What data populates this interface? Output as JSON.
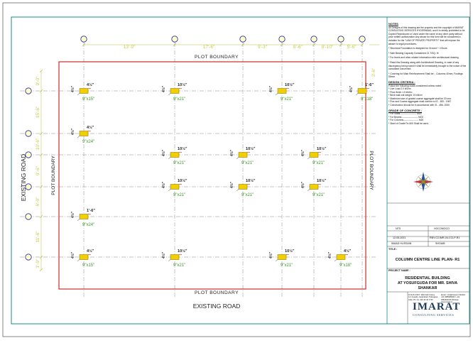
{
  "labels": {
    "plot_boundary": "PLOT BOUNDARY",
    "existing_road": "EXISTING ROAD"
  },
  "top_dims": [
    "13'-9\"",
    "17'-6\"",
    "9'-3\"",
    "8'-6\"",
    "8'-10\"",
    "5'-6\"",
    "3'-6\""
  ],
  "left_dims": [
    "9'-0\"",
    "15'-6\"",
    "10'-6\"",
    "9'-6\"",
    "6'-0\"",
    "11'-6\"",
    "1'-9\""
  ],
  "column_sizes": [
    "9\"x15\"",
    "9\"x21\"",
    "9\"x24\"",
    "9\"x18\""
  ],
  "offsets": [
    "10½\"",
    "4½\"",
    "1'-6\""
  ],
  "notes": {
    "header": "NOTES",
    "text": "All Designs of this drawing are the property and the copyright of IMARAT CONSULTING SERVICES HYDERABAD, and it is strictly prohibited to be Copied Reproduced or Used under the name of any other party without prior written authorization Any abuse for this form will be considered a violation for the \"LAW OF PRIVATE PROPERTY\" that will expose the abuser to legal procedures.",
    "items": [
      "* Structural Foundation is designed for Ground + 4 floors",
      "* Safe Bearing Capacity Considered 21 T/SQ. M",
      "* For levels and other related information refer architectural drawing",
      "* Read this Drawing along with Architectural Drawing, in case of any discrepancy being noted it shall be immediately brought to the notice of the consultant concerned.",
      "* Covering for Main Reinforcement Shall be :- Columns 40mm, Footings 50mm"
    ],
    "design_header": "DESIGN CRITERIA :",
    "design_intro": "Follow the following loads considered unless noted :",
    "design_items": [
      "* Live Load 2.0 kN/m²",
      "* Floor finish 1.5 kN/m²",
      "* Brick wall unit weight: 19 kN/m³",
      "* Maximum size of graded coarse aggregate shall be 20 mm",
      "* Fine and Coarse aggregate shall confirm to IS - 383 - 1987",
      "* Construction should be in accordance with IS - 456- 2000"
    ],
    "grade_header": "GRADE OF CONCRETE :",
    "grade_items": [
      "* For Slabs -------------------- M20",
      "* For Beams--------------------- M20",
      "* For Columns------------------- M20",
      "* Steel of Grade Fe-500 Shall be used."
    ]
  },
  "titleblock": {
    "scale": "NTS",
    "code": "HOCOMOCO",
    "date": "12-05-2021",
    "drawing_no": "RBY-C2-IMR-04-CCLP-R1",
    "drawn_by": "IMAAD HUSSAIN",
    "checked_by": "SHOAIB",
    "title_label": "TITLE :",
    "title": "COLUMN CENTRE LINE PLAN- R1",
    "project_label": "PROJECT NAME :",
    "project_lines": [
      "RESIDENTIAL BUILDING",
      "AT YOSUFGUDA FOR MR. SHIVA",
      "SHANKAR"
    ],
    "company_logo": "IMARAT",
    "company_sub": "CONSULTING SERVICES",
    "address": "D.No:8-2-60/7, Mehrzaib Colony, A.C.Guards, Hyderabad, Telangana, India. Ph. No. 040 46 46 7733",
    "contact": "Email : info@imarat.in  Mobile: +91 9985083393 / +91 9581064315  Website: www.imarat.in"
  },
  "colors": {
    "grid": "#8a8a8a",
    "column": "#f0d000",
    "boundary": "#d22a2a",
    "dim_text": "#c9cc3f",
    "bubble": "#2020a0",
    "border": "#1a8a8a"
  }
}
